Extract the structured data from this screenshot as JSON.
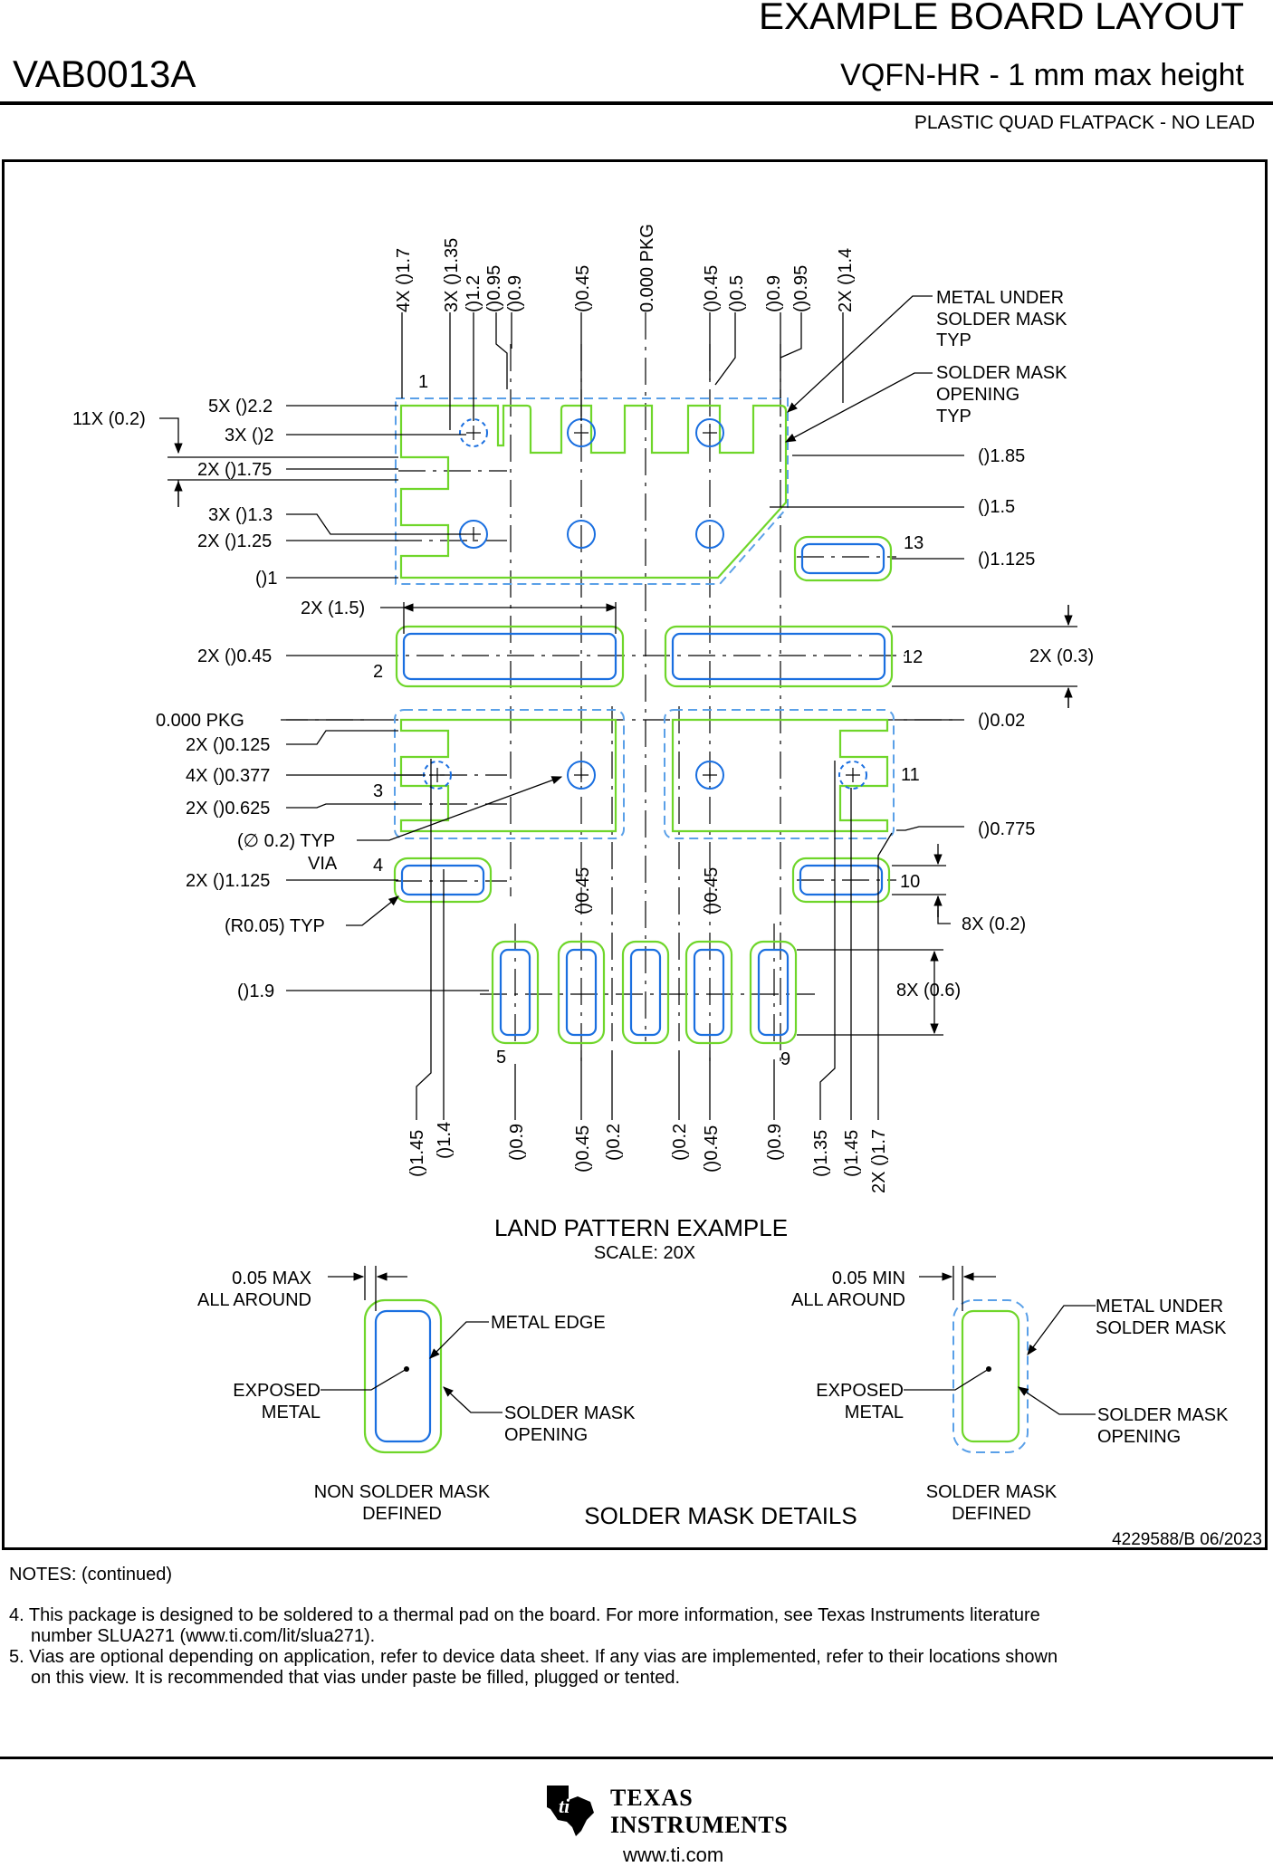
{
  "header": {
    "title": "EXAMPLE BOARD LAYOUT",
    "doc_id": "VAB0013A",
    "subtitle": "VQFN-HR - 1 mm max height",
    "package_type": "PLASTIC QUAD FLATPACK - NO LEAD"
  },
  "drawing": {
    "dims_top": [
      "4X ()1.7",
      "3X ()1.35",
      "()1.2",
      "()0.95",
      "()0.9",
      "()0.45",
      "0.000 PKG",
      "()0.45",
      "()0.5",
      "()0.9",
      "()0.95",
      "2X ()1.4"
    ],
    "dims_left": [
      "11X (0.2)",
      "5X ()2.2",
      "3X ()2",
      "2X ()1.75",
      "3X ()1.3",
      "2X ()1.25",
      "()1",
      "2X (1.5)",
      "2X ()0.45",
      "0.000 PKG",
      "2X ()0.125",
      "4X ()0.377",
      "2X ()0.625",
      "(∅ 0.2) TYP",
      "VIA",
      "2X ()1.125",
      "(R0.05) TYP",
      "()1.9"
    ],
    "dims_right": [
      "()1.85",
      "()1.5",
      "()1.125",
      "2X (0.3)",
      "()0.02",
      "()0.775",
      "8X (0.2)",
      "8X (0.6)"
    ],
    "dims_bottom": [
      "()1.45",
      "()1.4",
      "()0.9",
      "()0.45",
      "()0.2",
      "()0.2",
      "()0.45",
      "()0.9",
      "()1.35",
      "()1.45",
      "2X ()1.7"
    ],
    "dims_mid": [
      "()0.45",
      "()0.45"
    ],
    "callouts": [
      "METAL UNDER",
      "SOLDER MASK",
      "TYP",
      "SOLDER MASK",
      "OPENING",
      "TYP"
    ],
    "pin_labels": [
      "1",
      "2",
      "3",
      "4",
      "5",
      "9",
      "10",
      "11",
      "12",
      "13"
    ],
    "view_title": "LAND PATTERN EXAMPLE",
    "view_scale": "SCALE: 20X",
    "details": {
      "nsmd_clearance": [
        "0.05 MAX",
        "ALL AROUND"
      ],
      "nsmd_metal_edge": "METAL EDGE",
      "nsmd_exposed": [
        "EXPOSED",
        "METAL"
      ],
      "nsmd_opening": [
        "SOLDER MASK",
        "OPENING"
      ],
      "nsmd_caption": [
        "NON SOLDER MASK",
        "DEFINED"
      ],
      "smd_clearance": [
        "0.05 MIN",
        "ALL AROUND"
      ],
      "smd_metal_under": [
        "METAL UNDER",
        "SOLDER MASK"
      ],
      "smd_exposed": [
        "EXPOSED",
        "METAL"
      ],
      "smd_opening": [
        "SOLDER MASK",
        "OPENING"
      ],
      "smd_caption": [
        "SOLDER MASK",
        "DEFINED"
      ],
      "title": "SOLDER MASK DETAILS"
    },
    "drawing_number": "4229588/B   06/2023"
  },
  "notes": {
    "heading": "NOTES: (continued)",
    "items": [
      "4. This package is designed to be soldered to a thermal pad on the board. For more information, see Texas Instruments literature",
      "number SLUA271 (www.ti.com/lit/slua271).",
      "5. Vias are optional depending on application, refer to device data sheet. If any vias are implemented, refer to their locations shown",
      "on this view. It is recommended that vias under paste be filled, plugged or tented."
    ]
  },
  "footer": {
    "brand_line1": "TEXAS",
    "brand_line2": "INSTRUMENTS",
    "url": "www.ti.com"
  },
  "colors": {
    "metal": "#1a6fe0",
    "mask": "#6fd62a",
    "dashed": "#5aa0e8"
  }
}
